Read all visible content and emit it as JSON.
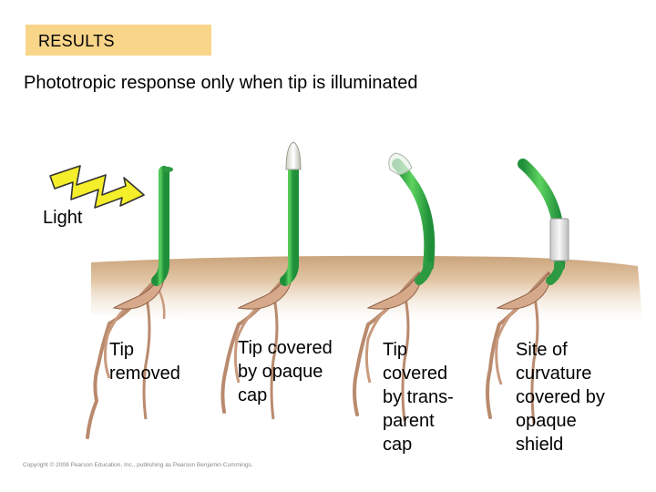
{
  "header": {
    "label": "RESULTS"
  },
  "subtitle": "Phototropic response only when tip is illuminated",
  "light_label": "Light",
  "seedlings": [
    {
      "caption_lines": [
        "Tip",
        "removed"
      ]
    },
    {
      "caption_lines": [
        "Tip covered",
        "by opaque",
        "cap"
      ]
    },
    {
      "caption_lines": [
        "Tip",
        "covered",
        "by trans-",
        "parent",
        "cap"
      ]
    },
    {
      "caption_lines": [
        "Site of",
        "curvature",
        "covered by",
        "opaque",
        "shield"
      ]
    }
  ],
  "credit": "Copyright © 2008 Pearson Education, Inc., publishing as Pearson Benjamin Cummings.",
  "colors": {
    "header_fill": "#f9d58a",
    "shoot_green": "#3cb54a",
    "soil": "#d9b894",
    "root": "#b98a6e",
    "lightning_fill": "#f5ee2a",
    "cap_opaque": "#e8e8e0",
    "shield": "#e6e6e6"
  }
}
